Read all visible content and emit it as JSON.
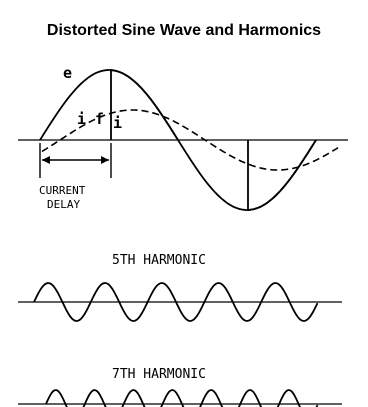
{
  "title": "Distorted Sine Wave and Harmonics",
  "main_wave": {
    "label_e": "e",
    "label_i": "i",
    "label_if": "i f",
    "delay_label_line1": "CURRENT",
    "delay_label_line2": "DELAY"
  },
  "harmonic5": {
    "label": "5TH HARMONIC"
  },
  "harmonic7": {
    "label": "7TH HARMONIC"
  }
}
